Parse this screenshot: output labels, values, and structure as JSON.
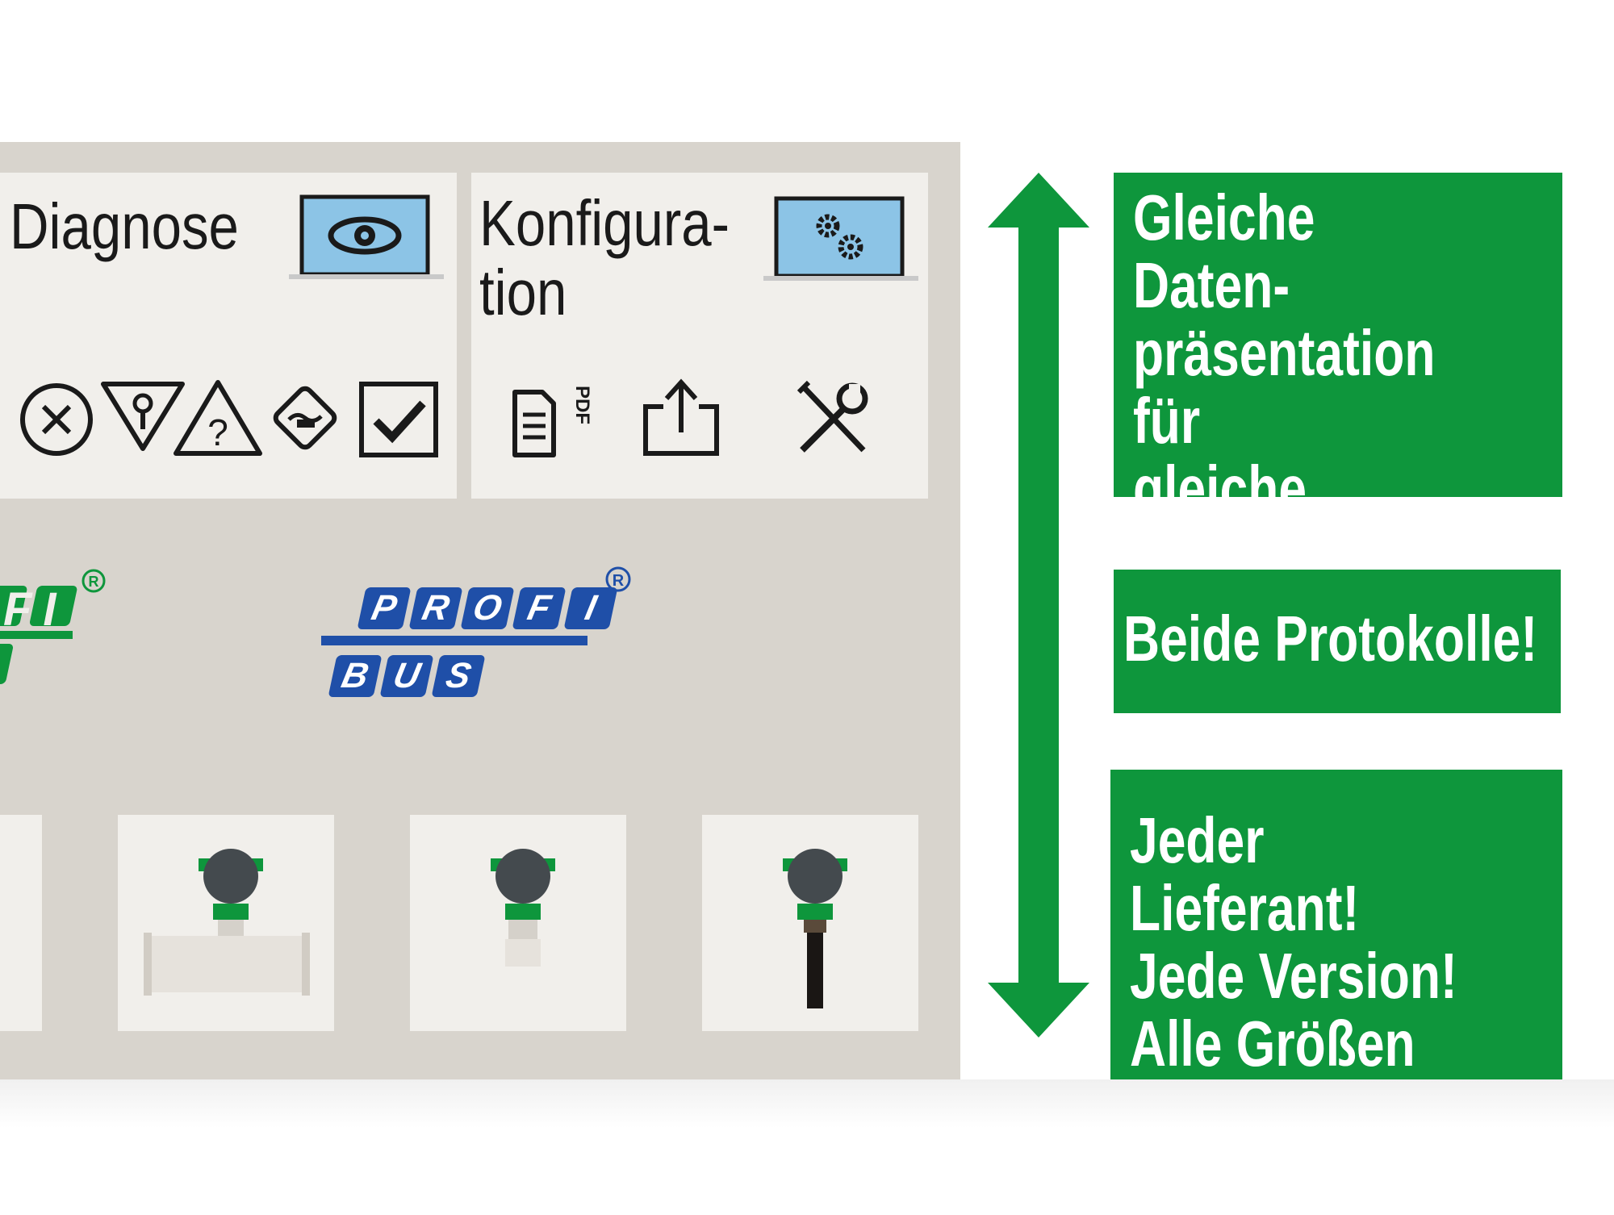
{
  "cards": {
    "diagnose": {
      "title": "Diagnose",
      "monitor_icon": "eye-icon",
      "icons": [
        "failure-circle-x-icon",
        "maintenance-wrench-triangle-icon",
        "out-of-spec-question-triangle-icon",
        "function-check-diamond-icon",
        "ok-checkbox-icon"
      ]
    },
    "konfiguration": {
      "title": "Konfigura-\ntion",
      "monitor_icon": "gears-icon",
      "icons": [
        "pdf-document-icon",
        "upload-share-icon",
        "tools-wrench-screwdriver-icon"
      ]
    }
  },
  "protocols": {
    "profinet_partial": "FI",
    "profibus": {
      "top": [
        "P",
        "R",
        "O",
        "F",
        "I"
      ],
      "bottom": [
        "B",
        "U",
        "S"
      ],
      "registered": "®"
    }
  },
  "notes": {
    "box1": "Gleiche Daten-\npräsentation für\ngleiche Geräte-\ntypen",
    "box2": "Beide Protokolle!",
    "box3": "Jeder Lieferant!\nJede Version!\nAlle Größen und\nTypen"
  },
  "colors": {
    "green": "#0e963c",
    "blue": "#1f4fa8",
    "panel": "#d8d4cd",
    "card": "#f1efeb",
    "screen": "#8cc4e6"
  }
}
